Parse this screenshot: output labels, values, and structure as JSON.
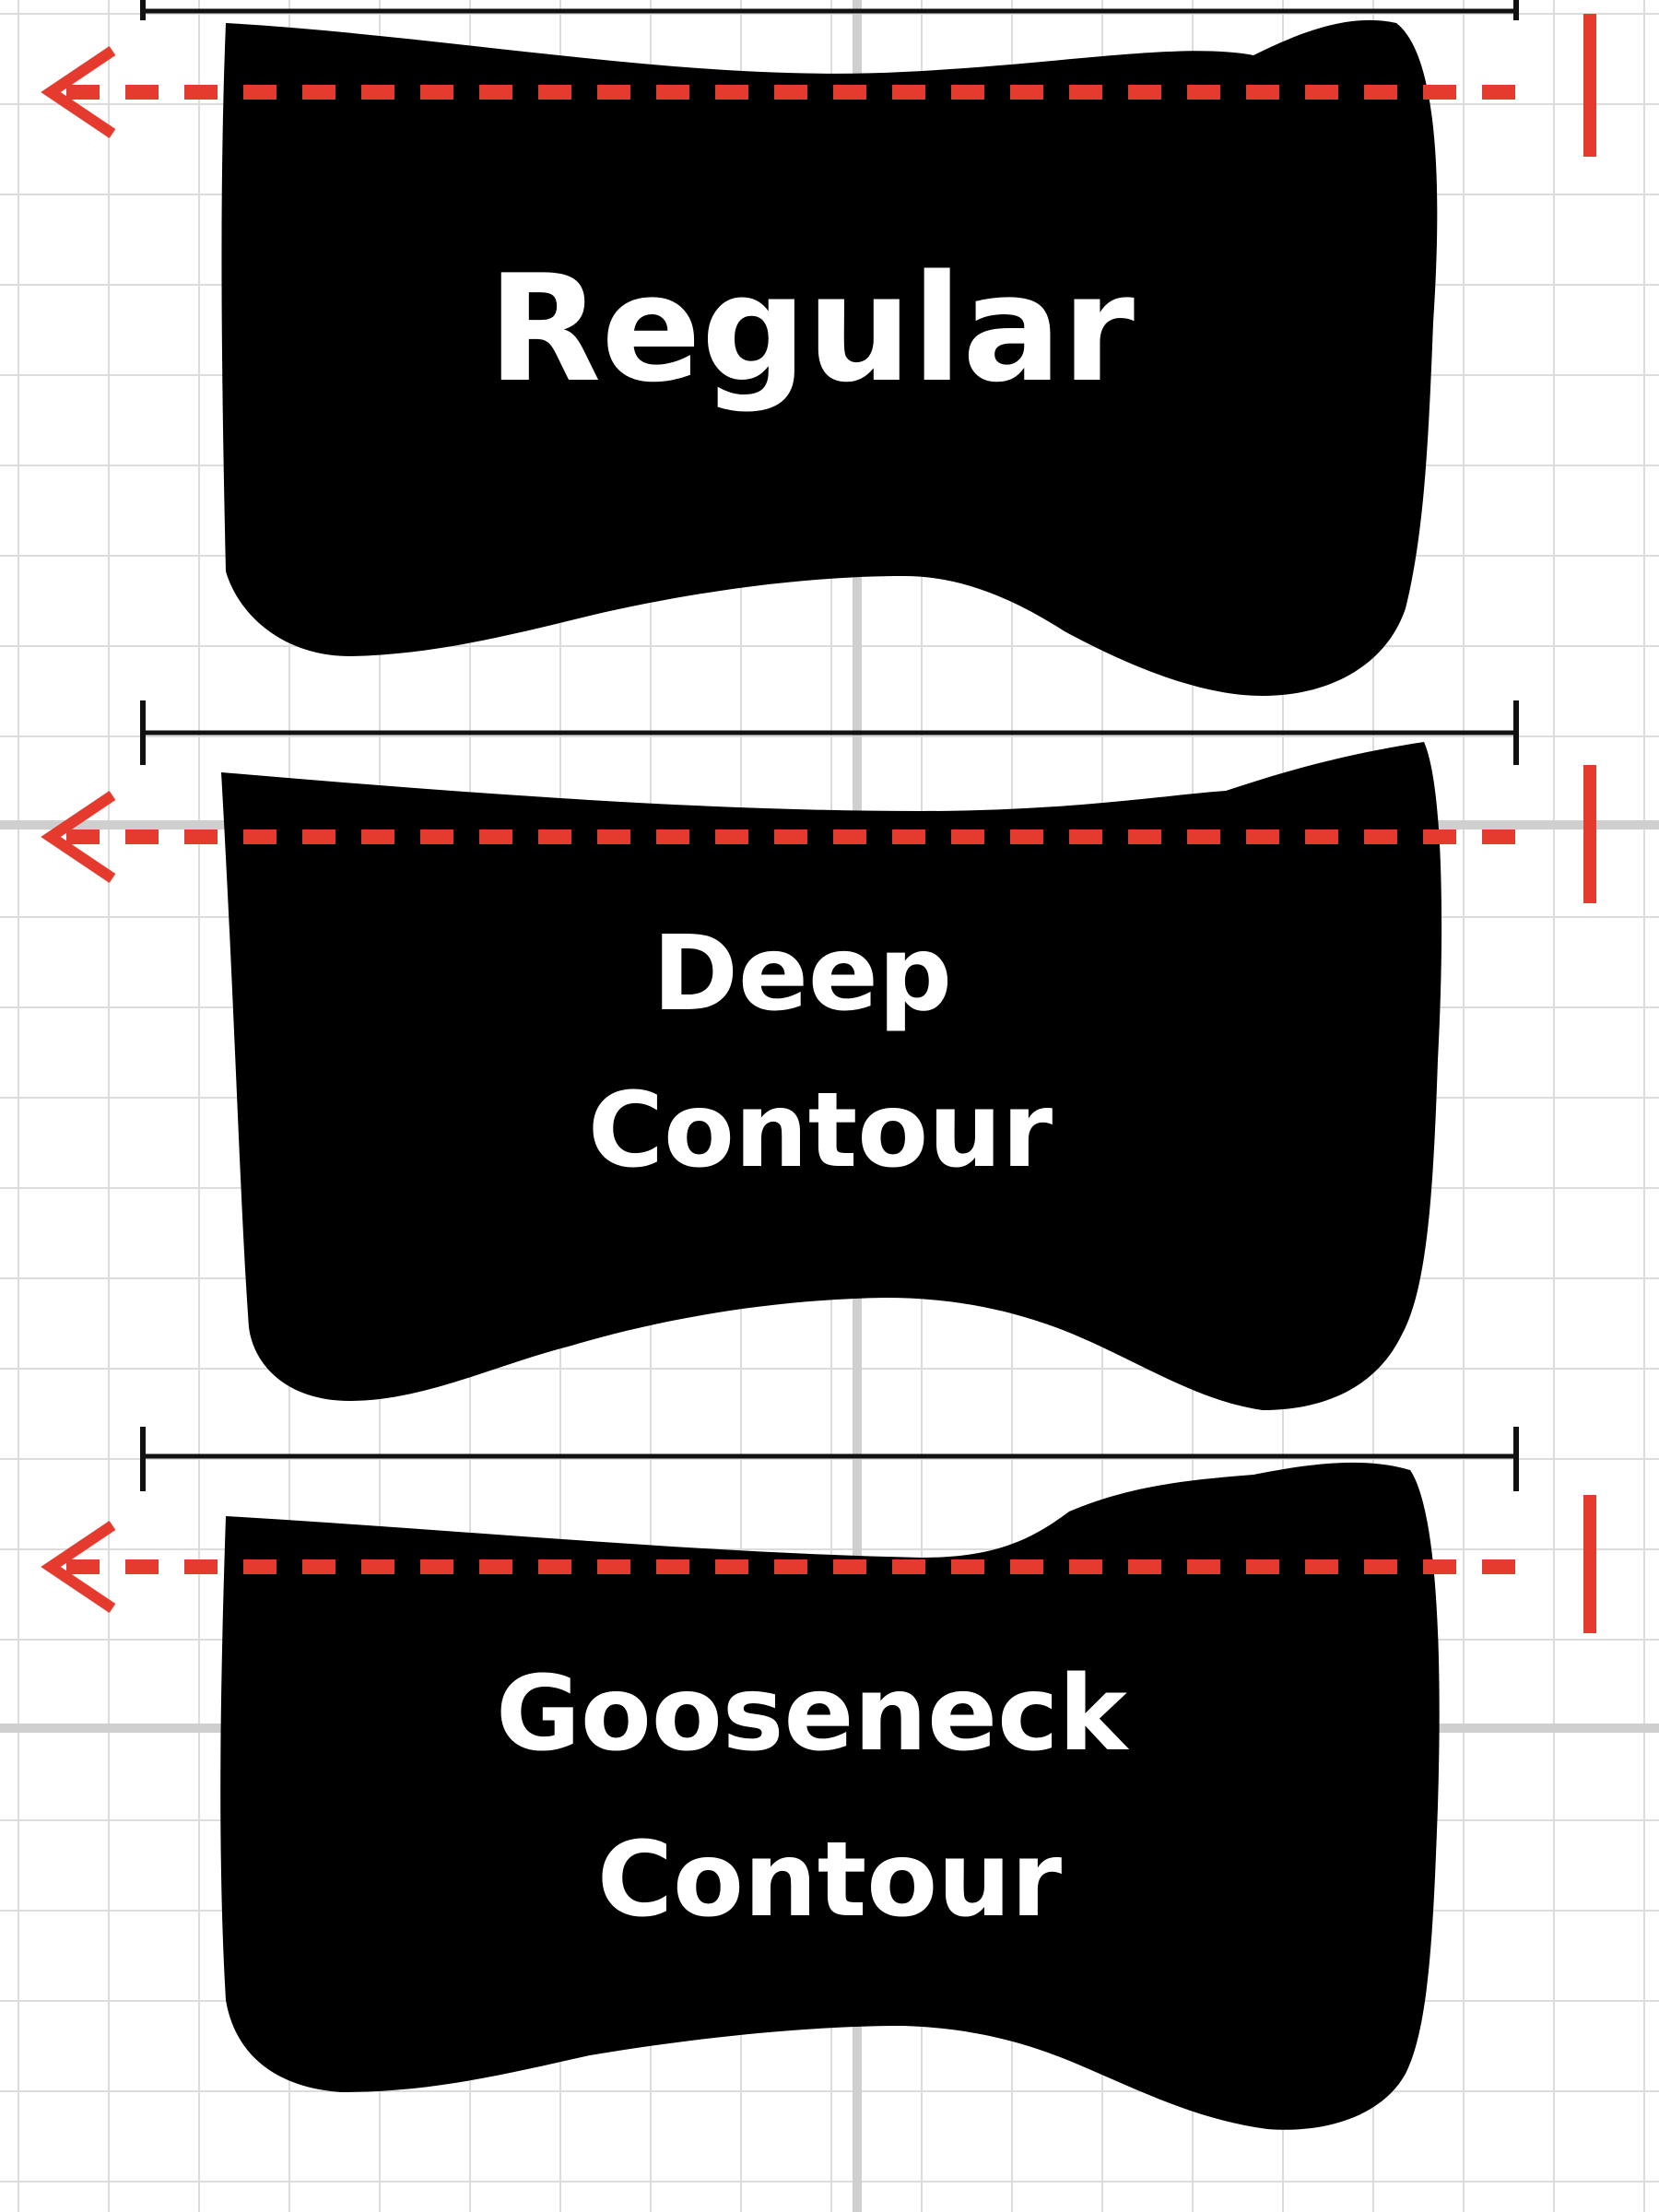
{
  "colors": {
    "background": "#ffffff",
    "grid_minor": "#dcdcdc",
    "grid_major": "#cfcfcf",
    "pad_fill": "#000000",
    "label_text": "#ffffff",
    "width_bar": "#111111",
    "guide_dashed": "#e53b2f"
  },
  "pads": [
    {
      "id": "regular",
      "label_lines": [
        "Regular"
      ]
    },
    {
      "id": "deep",
      "label_lines": [
        "Deep",
        "Contour"
      ]
    },
    {
      "id": "gooseneck",
      "label_lines": [
        "Gooseneck",
        "Contour"
      ]
    }
  ]
}
